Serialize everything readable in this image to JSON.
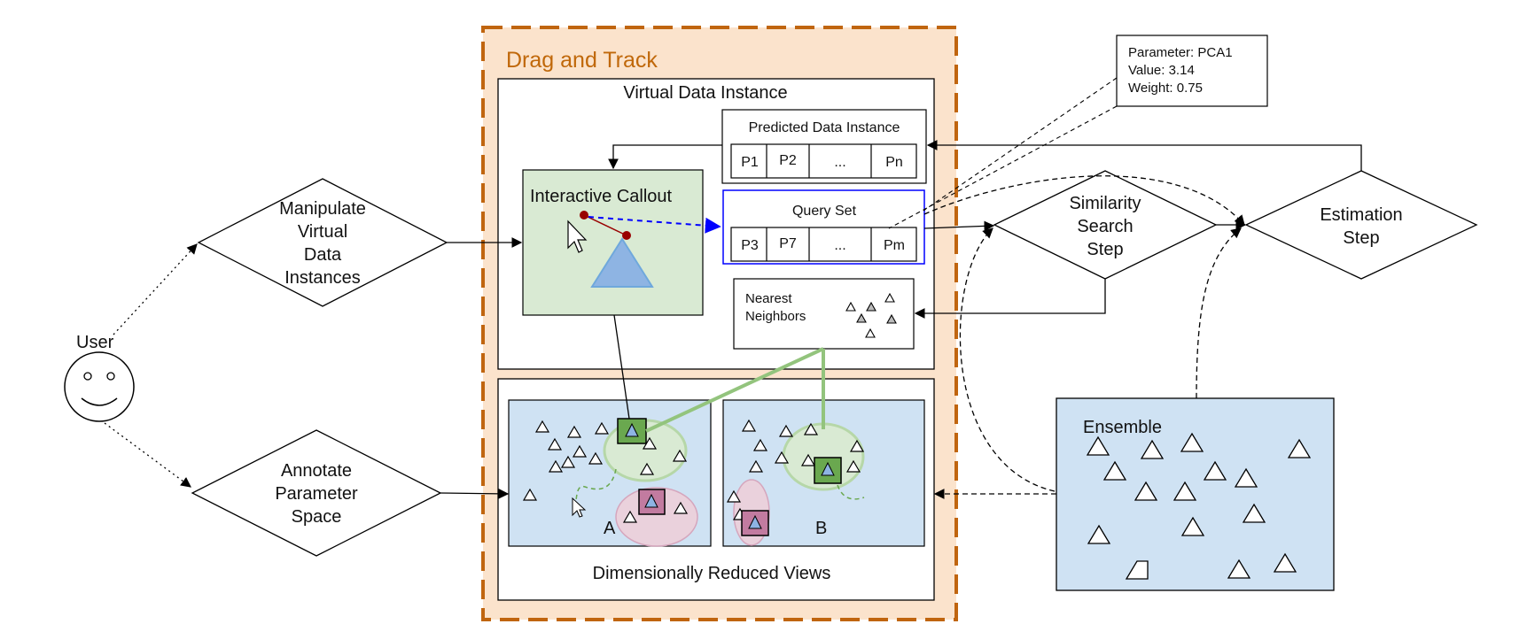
{
  "user": {
    "label": "User"
  },
  "actions": {
    "manipulate": [
      "Manipulate",
      "Virtual",
      "Data",
      "Instances"
    ],
    "annotate": [
      "Annotate",
      "Parameter",
      "Space"
    ]
  },
  "drag_track": {
    "title": "Drag and Track",
    "virtual_instance": {
      "title": "Virtual Data Instance",
      "callout_title": "Interactive Callout",
      "predicted": {
        "title": "Predicted Data Instance",
        "cells": [
          "P1",
          "P2",
          "...",
          "Pn"
        ]
      },
      "query": {
        "title": "Query Set",
        "cells": [
          "P3",
          "P7",
          "...",
          "Pm"
        ]
      },
      "neighbors": {
        "line1": "Nearest",
        "line2": "Neighbors"
      }
    },
    "reduced_views": {
      "title": "Dimensionally Reduced Views",
      "view_a": "A",
      "view_b": "B"
    }
  },
  "tooltip": {
    "line1": "Parameter: PCA1",
    "line2": "Value: 3.14",
    "line3": "Weight: 0.75"
  },
  "steps": {
    "similarity": [
      "Similarity",
      "Search",
      "Step"
    ],
    "estimation": [
      "Estimation",
      "Step"
    ]
  },
  "ensemble": {
    "label": "Ensemble"
  },
  "colors": {
    "drag_track_border": "#c0650f",
    "drag_track_fill": "#fbe3cc",
    "callout_fill": "#d9ead3",
    "view_fill": "#cfe2f3",
    "highlight_green": "#93c47d",
    "highlight_pink": "#ead1dc",
    "query_border": "#0000ff",
    "triangle_blue": "#8eb4e3",
    "handle_red": "#990000"
  }
}
